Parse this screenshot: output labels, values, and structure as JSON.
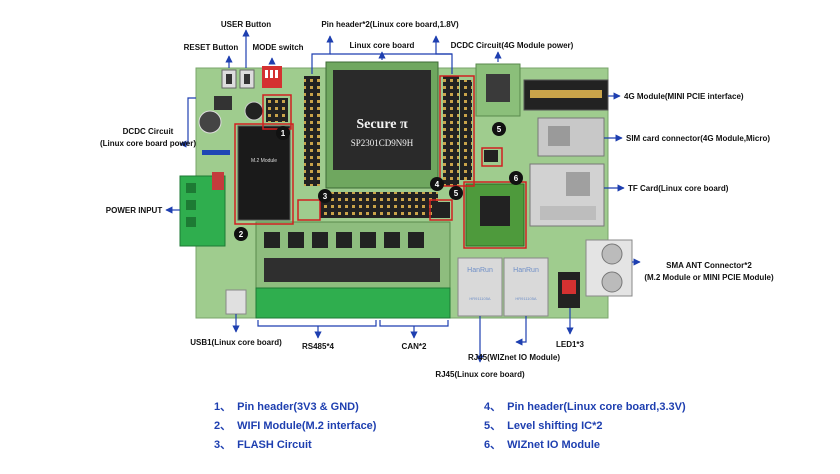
{
  "callouts": {
    "user_button": "USER Button",
    "reset_button": "RESET Button",
    "mode_switch": "MODE switch",
    "pin_header_top": "Pin header*2(Linux core board,1.8V)",
    "linux_core_board": "Linux core board",
    "dcdc_4g": "DCDC  Circuit(4G Module power)",
    "module_4g": "4G Module(MINI PCIE interface)",
    "dcdc_core_line1": "DCDC  Circuit",
    "dcdc_core_line2": "(Linux core board power)",
    "sim_card": "SIM card connector(4G Module,Micro)",
    "tf_card": "TF Card(Linux core board)",
    "power_input": "POWER INPUT",
    "sma_line1": "SMA ANT Connector*2",
    "sma_line2": "(M.2 Module or MINI PCIE Module)",
    "usb1": "USB1(Linux core board)",
    "rs485": "RS485*4",
    "can": "CAN*2",
    "rj45_wiznet": "RJ45(WIZnet IO Module)",
    "led": "LED1*3",
    "rj45_linux": "RJ45(Linux core board)"
  },
  "board_text": {
    "chip_brand": "Secure π",
    "chip_part": "SP2301CD9N9H",
    "m2_module": "M.2 Module",
    "hanrun": "HanRun",
    "hanrun_part": "HR911105A"
  },
  "markers": [
    "1",
    "2",
    "3",
    "4",
    "5",
    "5",
    "6"
  ],
  "legend": [
    {
      "num": "1、",
      "text": "Pin header(3V3 & GND)"
    },
    {
      "num": "2、",
      "text": "WIFI Module(M.2 interface)"
    },
    {
      "num": "3、",
      "text": "FLASH  Circuit"
    },
    {
      "num": "4、",
      "text": "Pin header(Linux core board,3.3V)"
    },
    {
      "num": "5、",
      "text": "Level shifting IC*2"
    },
    {
      "num": "6、",
      "text": "WIZnet IO Module"
    }
  ],
  "colors": {
    "pcb": "#9fcc8e",
    "arrow": "#1e3fb0",
    "legend_text": "#1e3fb0",
    "terminal_green": "#2fae4e"
  }
}
